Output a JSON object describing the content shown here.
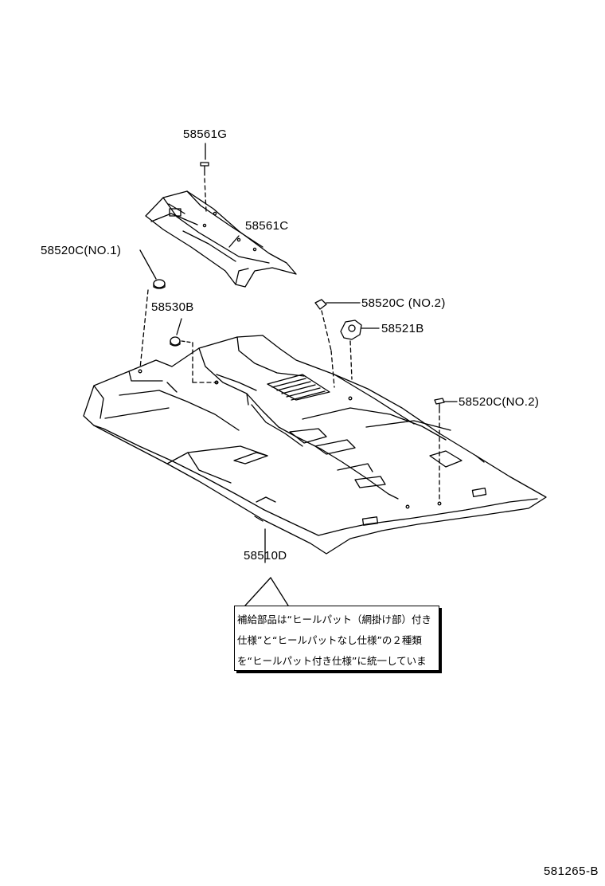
{
  "labels": {
    "p58561g": "58561G",
    "p58561c": "58561C",
    "p58520c_no1": "58520C(NO.1)",
    "p58530b": "58530B",
    "p58520c_no2_top": "58520C (NO.2)",
    "p58521b": "58521B",
    "p58520c_no2_right": "58520C(NO.2)",
    "p58510d": "58510D"
  },
  "note": {
    "line1": "補給部品は“ヒールパット（網掛け部）付き",
    "line2": "仕様”と“ヒールパットなし仕様”の２種類",
    "line3": "を“ヒールパット付き仕様”に統一していま"
  },
  "diagram_id": "581265-B"
}
